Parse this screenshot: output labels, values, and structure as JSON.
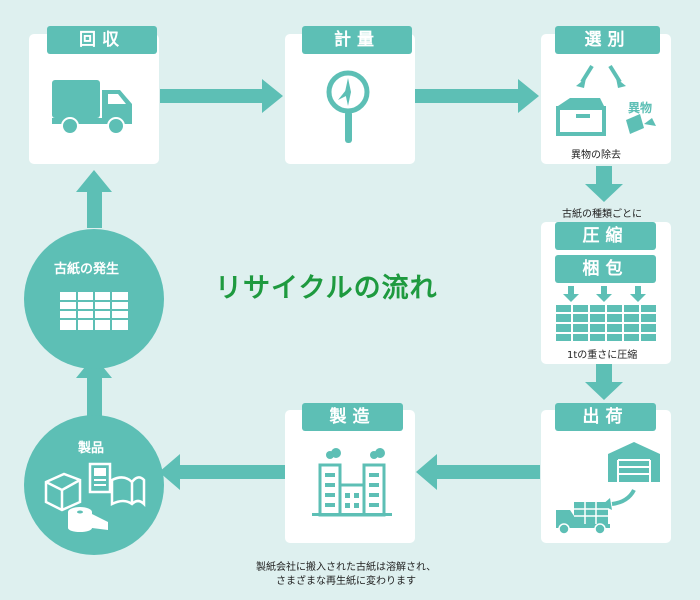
{
  "title": "リサイクルの流れ",
  "steps": {
    "collect": "回収",
    "measure": "計量",
    "sort": "選別",
    "compress": "圧縮",
    "bale": "梱包",
    "ship": "出荷",
    "manufacture": "製造"
  },
  "labels": {
    "foreign": "異物",
    "foreign_removal": "異物の除去",
    "by_type": "古紙の種類ごとに",
    "weight": "1tの重さに圧縮",
    "note_line1": "製紙会社に搬入された古紙は溶解され、",
    "note_line2": "さまざまな再生紙に変わります"
  },
  "circles": {
    "generation": "古紙の発生",
    "products": "製品"
  },
  "colors": {
    "background": "#def0ef",
    "accent": "#5dbfb5",
    "title": "#1e9a3f",
    "card": "#ffffff"
  }
}
